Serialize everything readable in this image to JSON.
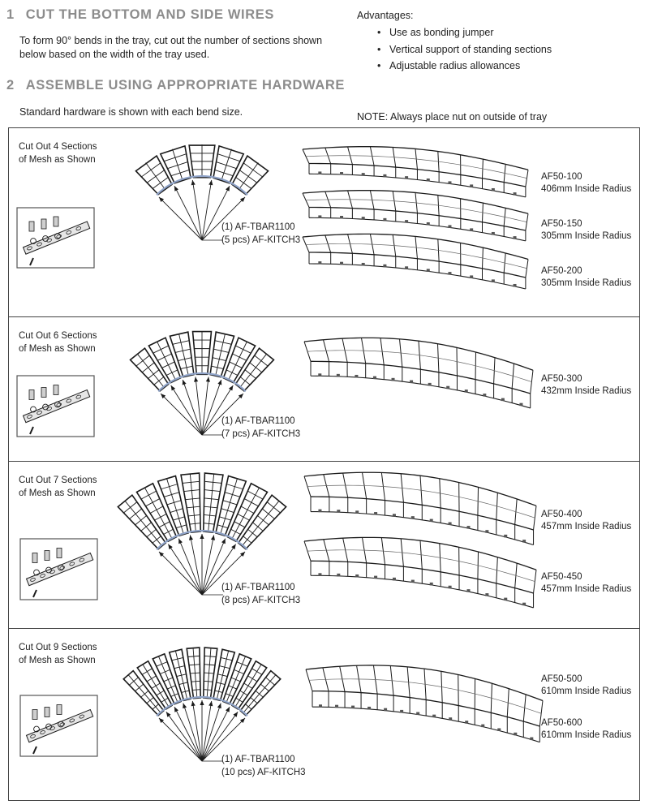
{
  "step1": {
    "number": "1",
    "title": "CUT THE BOTTOM AND SIDE WIRES",
    "text": [
      "To form 90° bends in the tray, cut out the number of sections shown",
      "below based on the width of the tray used."
    ]
  },
  "step2": {
    "number": "2",
    "title": "ASSEMBLE USING APPROPRIATE HARDWARE",
    "text": "Standard hardware is shown with each bend size."
  },
  "advantages": {
    "heading": "Advantages:",
    "items": [
      "Use as bonding jumper",
      "Vertical support of standing sections",
      "Adjustable radius allowances"
    ]
  },
  "note": "NOTE: Always place nut on outside of tray",
  "panels": [
    {
      "cut": [
        "Cut Out 4 Sections",
        "of Mesh as Shown"
      ],
      "sections": 4,
      "hardware": [
        "(1) AF-TBAR1100",
        "(5 pcs) AF-KITCH3"
      ],
      "models": [
        {
          "code": "AF50-100",
          "radius": "406mm Inside Radius"
        },
        {
          "code": "AF50-150",
          "radius": "305mm Inside Radius"
        },
        {
          "code": "AF50-200",
          "radius": "305mm Inside Radius"
        }
      ]
    },
    {
      "cut": [
        "Cut Out 6 Sections",
        "of Mesh as Shown"
      ],
      "sections": 6,
      "hardware": [
        "(1) AF-TBAR1100",
        "(7 pcs) AF-KITCH3"
      ],
      "models": [
        {
          "code": "AF50-300",
          "radius": "432mm Inside Radius"
        }
      ]
    },
    {
      "cut": [
        "Cut Out 7 Sections",
        "of Mesh as Shown"
      ],
      "sections": 7,
      "hardware": [
        "(1) AF-TBAR1100",
        "(8 pcs) AF-KITCH3"
      ],
      "models": [
        {
          "code": "AF50-400",
          "radius": "457mm Inside Radius"
        },
        {
          "code": "AF50-450",
          "radius": "457mm Inside Radius"
        }
      ]
    },
    {
      "cut": [
        "Cut Out 9 Sections",
        "of Mesh as Shown"
      ],
      "sections": 9,
      "hardware": [
        "(1) AF-TBAR1100",
        "(10 pcs) AF-KITCH3"
      ],
      "models": [
        {
          "code": "AF50-500",
          "radius": "610mm Inside Radius"
        },
        {
          "code": "AF50-600",
          "radius": "610mm Inside Radius"
        }
      ]
    }
  ],
  "colors": {
    "heading": "#8c8c8c",
    "bend_line": "#8fa3c8",
    "border": "#444444"
  }
}
